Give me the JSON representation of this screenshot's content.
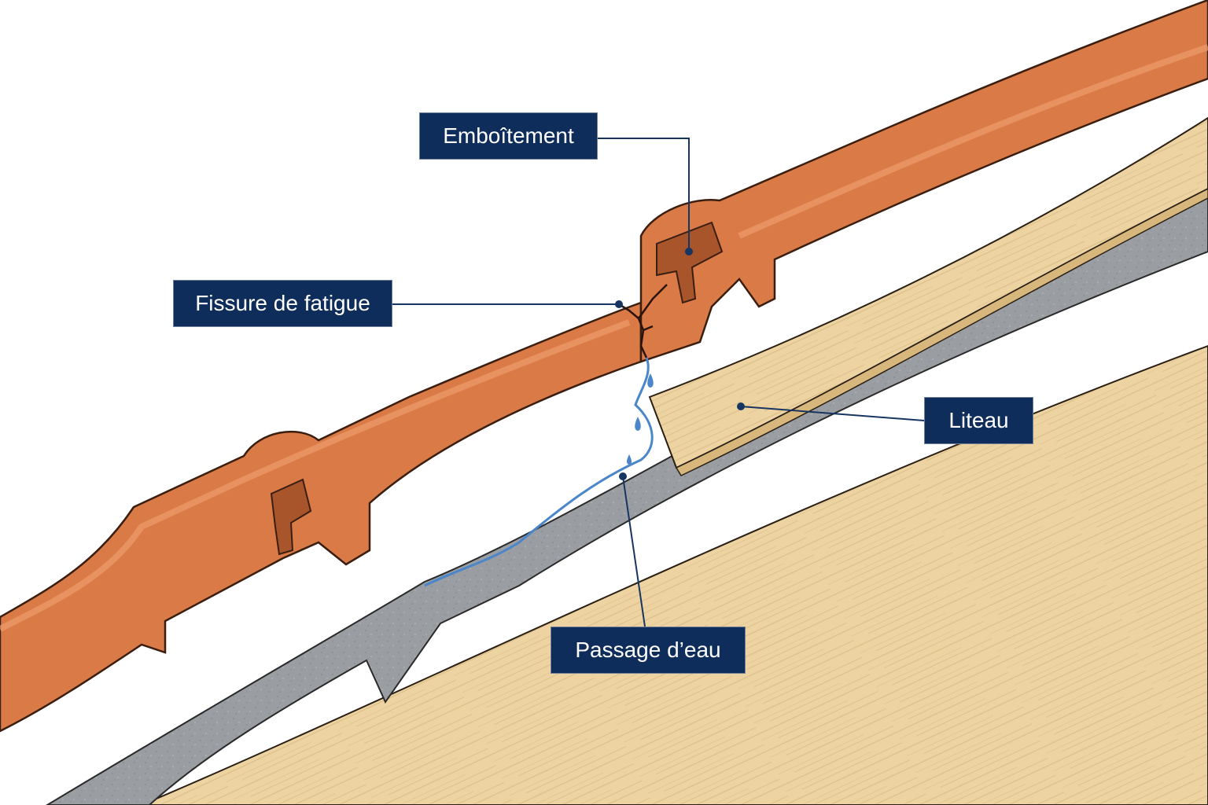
{
  "colors": {
    "tile": "#d97a47",
    "tile_dark": "#a9552c",
    "tile_light": "#ee9c6c",
    "batten": "#ecd3a1",
    "membrane": "#9a9da2",
    "water": "#4a86c9",
    "label_bg": "#0f2d5a",
    "leader": "#163561"
  },
  "labels": {
    "emboitement": "Emboîtement",
    "fissure": "Fissure de fatigue",
    "liteau": "Liteau",
    "passage": "Passage d’eau"
  }
}
